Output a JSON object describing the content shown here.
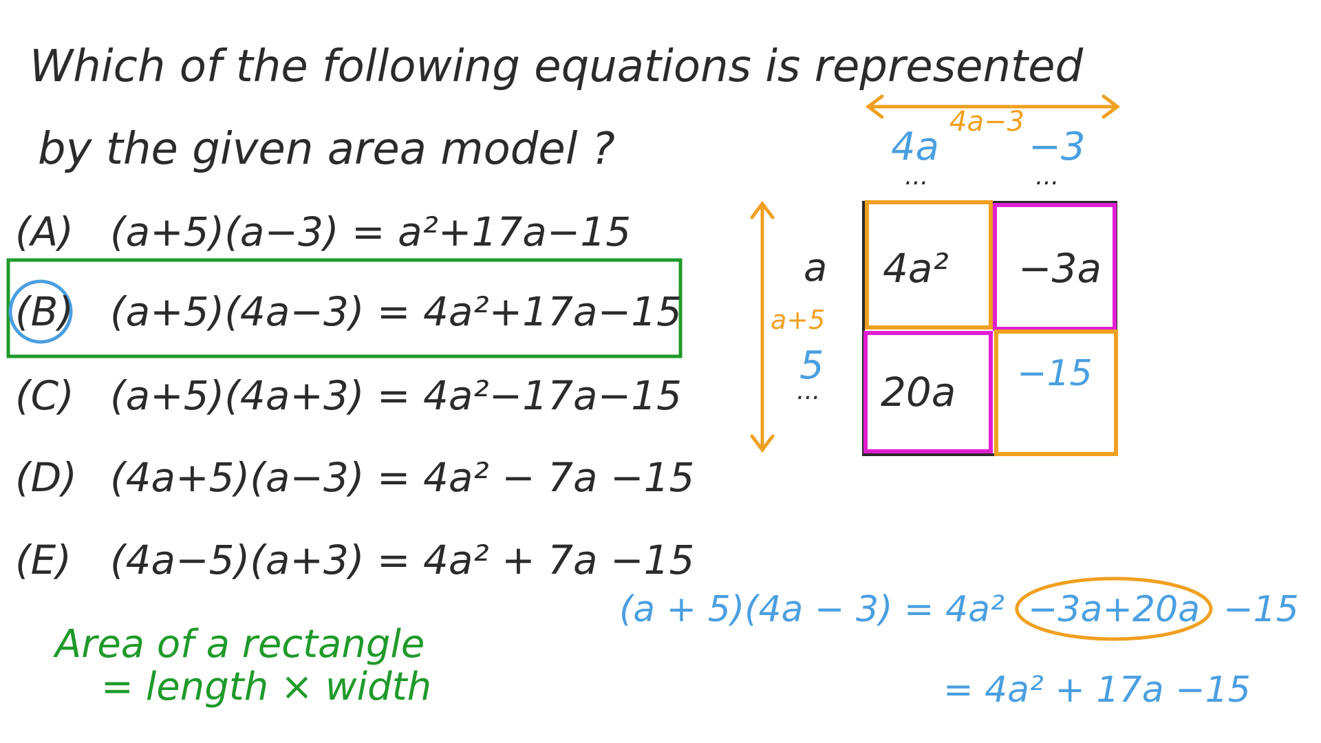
{
  "question": {
    "line1": "Which of the following equations is represented",
    "line2": "by the given area model ?"
  },
  "options": [
    {
      "label": "(A)",
      "equation": "(a+5)(a−3) = a²+17a−15"
    },
    {
      "label": "(B)",
      "equation": "(a+5)(4a−3) = 4a²+17a−15"
    },
    {
      "label": "(C)",
      "equation": "(a+5)(4a+3) = 4a²−17a−15"
    },
    {
      "label": "(D)",
      "equation": "(4a+5)(a−3) = 4a² − 7a −15"
    },
    {
      "label": "(E)",
      "equation": "(4a−5)(a+3) = 4a² + 7a −15"
    }
  ],
  "selected_option": "B",
  "note": {
    "line1": "Area of a rectangle",
    "line2": "= length × width"
  },
  "area_model": {
    "width_label": "4a−3",
    "height_label": "a+5",
    "columns": [
      "4a",
      "−3"
    ],
    "rows": [
      "a",
      "5"
    ],
    "dots": "...",
    "cells": [
      "4a²",
      "−3a",
      "20a",
      "−15"
    ]
  },
  "working": {
    "line1_left": "(a + 5)(4a − 3) = 4a²",
    "line1_circled": "−3a+20a",
    "line1_right": "−15",
    "line2": "= 4a² + 17a −15"
  },
  "colors": {
    "ink": "#2b2b2b",
    "green": "#1f9a2a",
    "blue": "#4a9fe0",
    "orange": "#f0a020",
    "magenta": "#e020d0"
  }
}
